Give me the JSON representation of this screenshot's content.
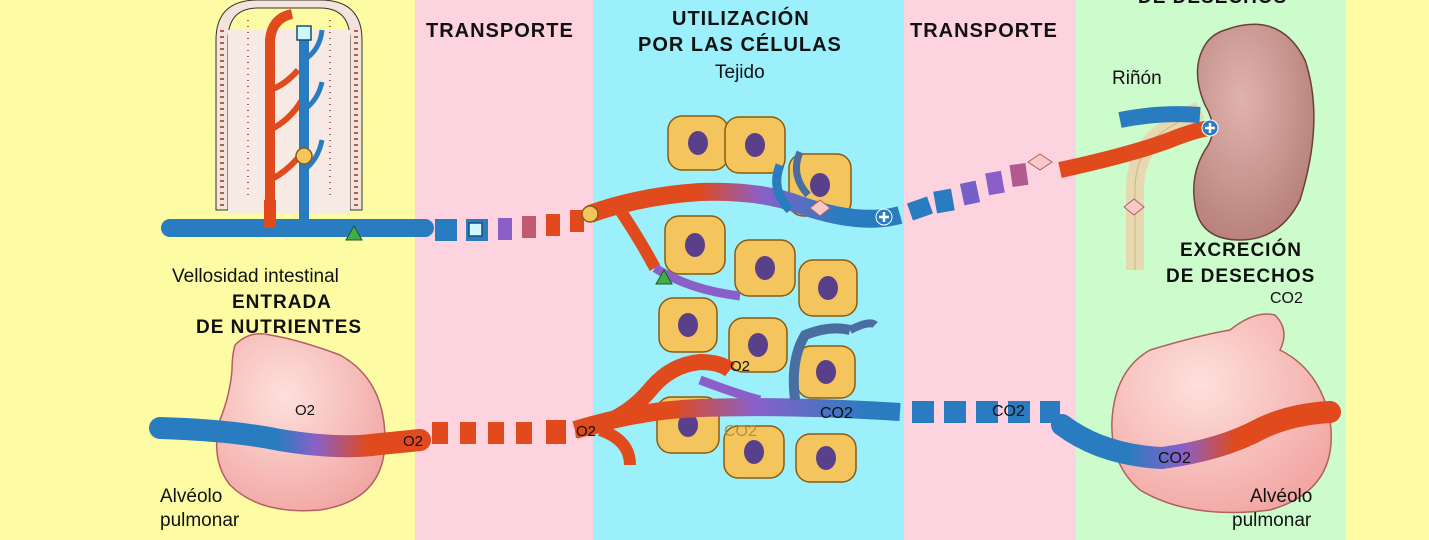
{
  "colors": {
    "yellow": "#fdfca4",
    "pink": "#fcd3df",
    "cyan": "#9cf0fc",
    "green": "#ccfccc",
    "artery": "#e04a1c",
    "vein": "#2a7cc0",
    "cell": "#f4c55c",
    "nucleus": "#5a3f8a",
    "organ_pink": "#f6b9b4",
    "kidney": "#c89690"
  },
  "headers": {
    "transport_left": "TRANSPORTE",
    "utilization_line1": "UTILIZACIÓN",
    "utilization_line2": "POR LAS CÉLULAS",
    "tissue": "Tejido",
    "transport_right": "TRANSPORTE",
    "top_right_partial": "DE DESECHOS"
  },
  "left": {
    "villus_label": "Vellosidad intestinal",
    "entry_line1": "ENTRADA",
    "entry_line2": "DE NUTRIENTES",
    "alveolus_line1": "Alvéolo",
    "alveolus_line2": "pulmonar",
    "o2_inside": "O2",
    "o2_vessel": "O2"
  },
  "middle": {
    "o2_vessel": "O2",
    "o2_cell": "O2",
    "co2_cell": "CO2",
    "co2_vessel": "CO2"
  },
  "right": {
    "kidney_label": "Riñón",
    "excretion_line1": "EXCRECIÓN",
    "excretion_line2": "DE DESECHOS",
    "co2_top": "CO2",
    "co2_transport": "CO2",
    "co2_alveolus": "CO2",
    "alveolus_line1": "Alvéolo",
    "alveolus_line2": "pulmonar"
  }
}
